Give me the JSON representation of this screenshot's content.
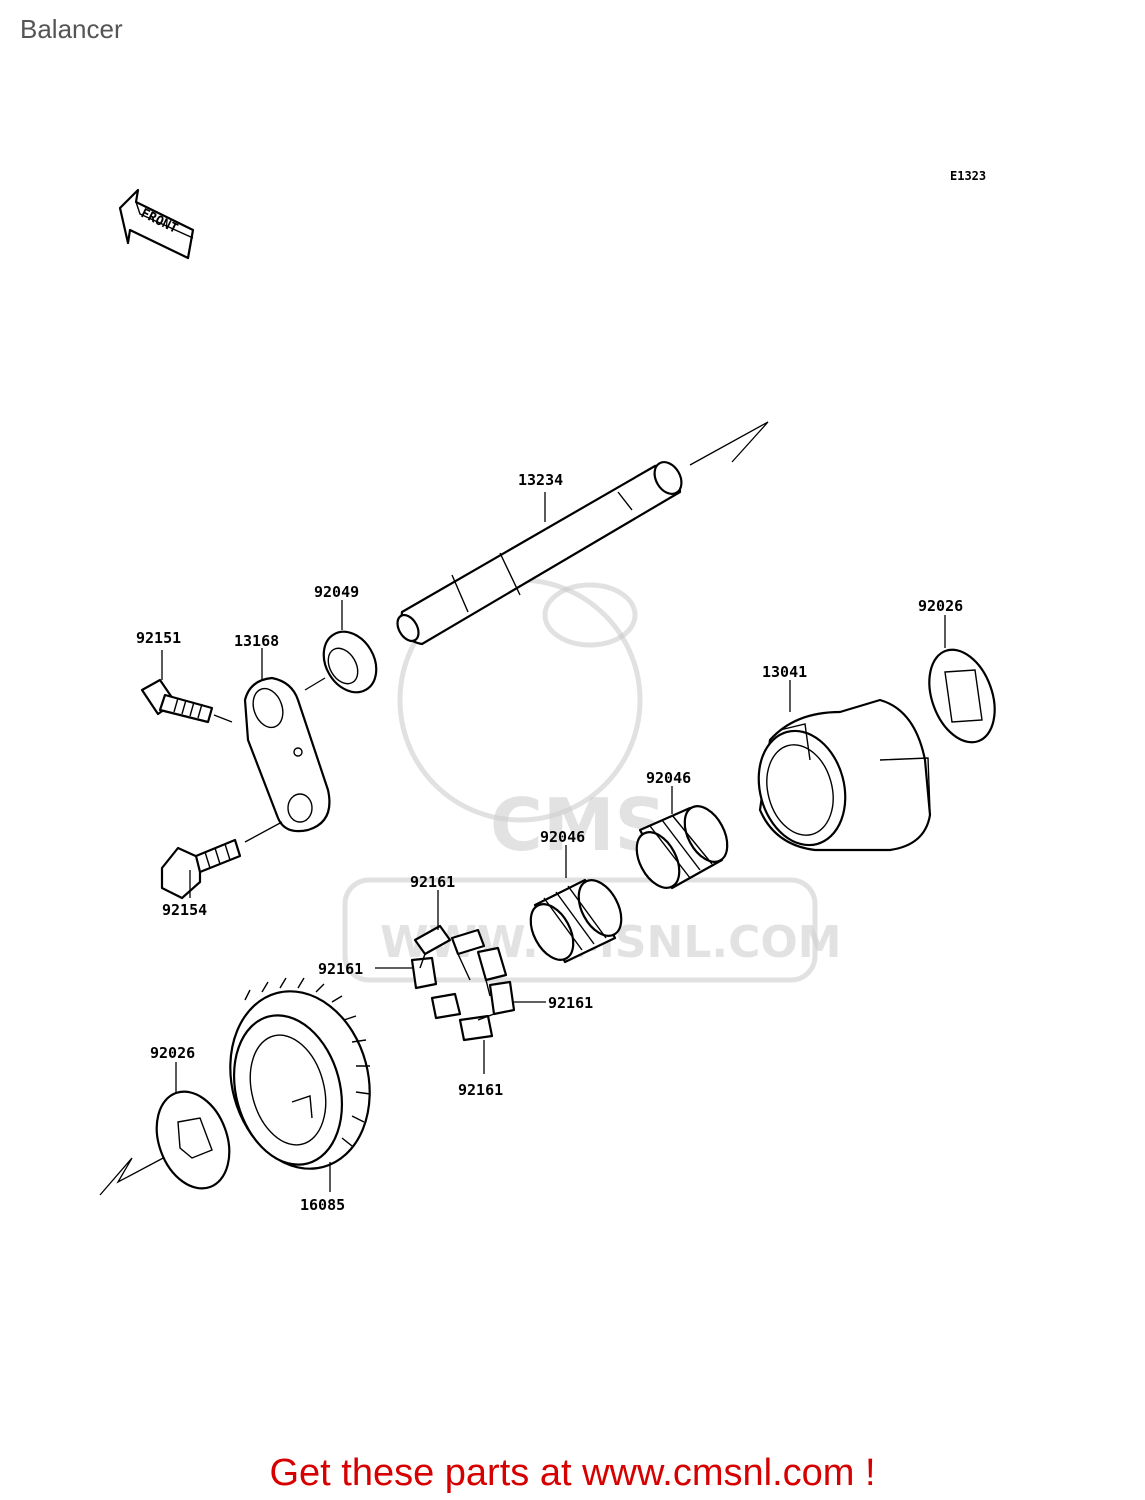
{
  "page": {
    "title": "Balancer",
    "ref_code": "E1323",
    "front_marker": "FRONT",
    "footer": "Get these parts at www.cmsnl.com !"
  },
  "watermark": {
    "text": "WWW.CMSNL.COM",
    "logo": "CMS"
  },
  "parts": [
    {
      "id": "p13234",
      "number": "13234"
    },
    {
      "id": "p92049",
      "number": "92049"
    },
    {
      "id": "p92151",
      "number": "92151"
    },
    {
      "id": "p13168",
      "number": "13168"
    },
    {
      "id": "p92026a",
      "number": "92026"
    },
    {
      "id": "p13041",
      "number": "13041"
    },
    {
      "id": "p92046a",
      "number": "92046"
    },
    {
      "id": "p92046b",
      "number": "92046"
    },
    {
      "id": "p92154",
      "number": "92154"
    },
    {
      "id": "p92161a",
      "number": "92161"
    },
    {
      "id": "p92161b",
      "number": "92161"
    },
    {
      "id": "p92161c",
      "number": "92161"
    },
    {
      "id": "p92161d",
      "number": "92161"
    },
    {
      "id": "p92026b",
      "number": "92026"
    },
    {
      "id": "p16085",
      "number": "16085"
    }
  ]
}
